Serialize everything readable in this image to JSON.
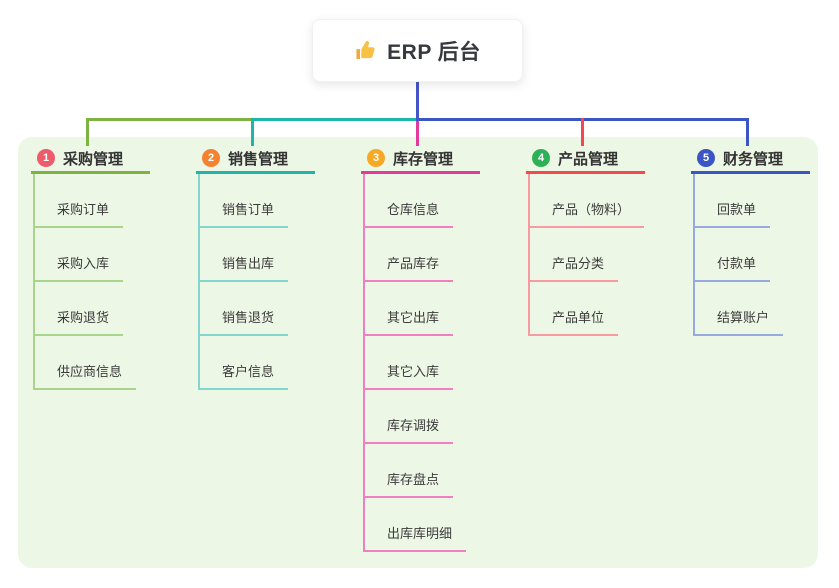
{
  "page": {
    "background": "#ffffff",
    "canvas_background": "#edf7e6"
  },
  "root": {
    "icon": "thumbs-up-icon",
    "icon_char": "👍",
    "label": "ERP 后台",
    "stem_color": "#4355c8"
  },
  "branches": [
    {
      "number": "1",
      "label": "采购管理",
      "badge_color": "#ee5b6a",
      "line_color": "#7cb342",
      "child_line_color": "#a9d48b",
      "children": [
        "采购订单",
        "采购入库",
        "采购退货",
        "供应商信息"
      ]
    },
    {
      "number": "2",
      "label": "销售管理",
      "badge_color": "#f58230",
      "line_color": "#1fb5aa",
      "child_line_color": "#84d5cc",
      "children": [
        "销售订单",
        "销售出库",
        "销售退货",
        "客户信息"
      ]
    },
    {
      "number": "3",
      "label": "库存管理",
      "badge_color": "#f7a824",
      "line_color": "#e23a9c",
      "child_line_color": "#ef7fc1",
      "children": [
        "仓库信息",
        "产品库存",
        "其它出库",
        "其它入库",
        "库存调拨",
        "库存盘点",
        "出库库明细"
      ]
    },
    {
      "number": "4",
      "label": "产品管理",
      "badge_color": "#2eb156",
      "line_color": "#f4484e",
      "child_line_color": "#f79ba0",
      "children": [
        "产品（物料）",
        "产品分类",
        "产品单位"
      ]
    },
    {
      "number": "5",
      "label": "财务管理",
      "badge_color": "#3b55c4",
      "line_color": "#3b55c4",
      "child_line_color": "#97a9dd",
      "children": [
        "回款单",
        "付款单",
        "结算账户"
      ]
    }
  ]
}
